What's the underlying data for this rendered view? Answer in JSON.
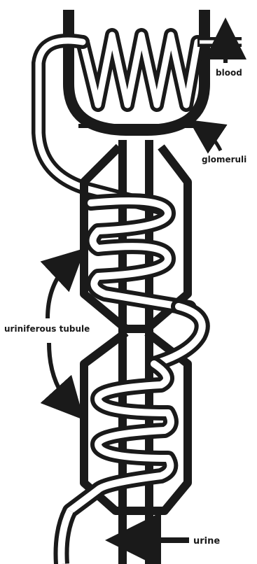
{
  "diagram": {
    "labels": {
      "blood": "blood",
      "glomeruli": "glomeruli",
      "tubule": "uriniferous tubule",
      "urine": "urine"
    },
    "colors": {
      "ink": "#1a1a1a",
      "paper": "#ffffff"
    }
  }
}
